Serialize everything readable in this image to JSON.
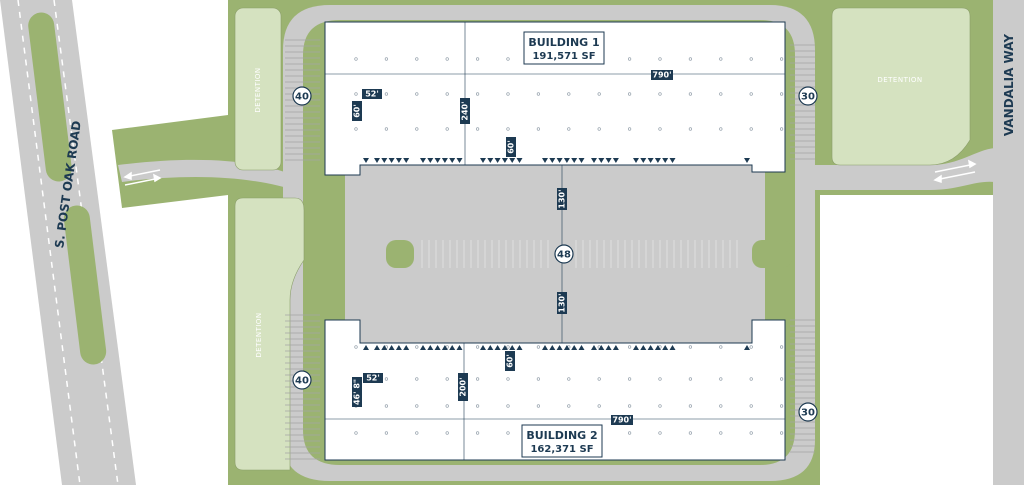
{
  "roads": {
    "west": "S. POST OAK ROAD",
    "east": "VANDALIA WAY"
  },
  "buildings": [
    {
      "name": "BUILDING 1",
      "area": "191,571 SF"
    },
    {
      "name": "BUILDING 2",
      "area": "162,371 SF"
    }
  ],
  "detention_label": "DETENTION",
  "parking_counts": {
    "b1_west": "40",
    "b1_east": "30",
    "center": "48",
    "b2_west": "40",
    "b2_east": "30"
  },
  "dimensions": {
    "b1_length": "790'",
    "b1_bay_width": "52'",
    "b1_bay_depth": "60'",
    "b1_depth": "240'",
    "b1_speed_bay": "60'",
    "truck_court_top": "130'",
    "truck_court_bottom": "130'",
    "b2_length": "790'",
    "b2_bay_width": "52'",
    "b2_bay_depth": "46' 8\"",
    "b2_depth": "200'",
    "b2_speed_bay": "60'"
  },
  "colors": {
    "green": "#9bb371",
    "light_green": "#d5e2c0",
    "pavement": "#cbcbcb",
    "navy": "#1d3a52"
  }
}
